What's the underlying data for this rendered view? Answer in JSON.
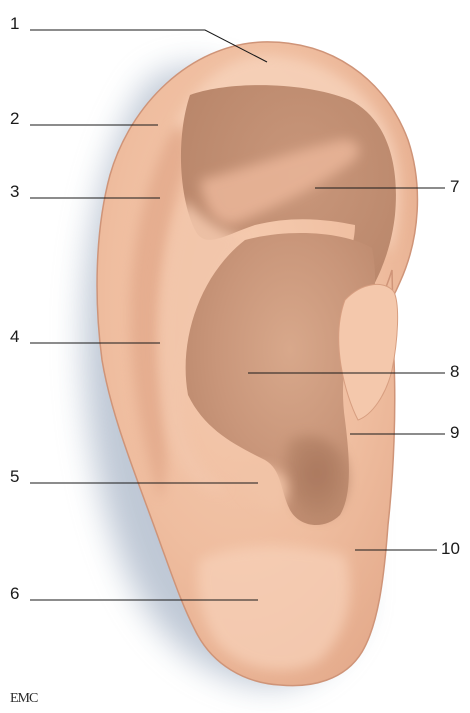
{
  "figure": {
    "labels": [
      "1",
      "2",
      "3",
      "4",
      "5",
      "6",
      "7",
      "8",
      "9",
      "10"
    ],
    "credit_logo": "EMC"
  }
}
